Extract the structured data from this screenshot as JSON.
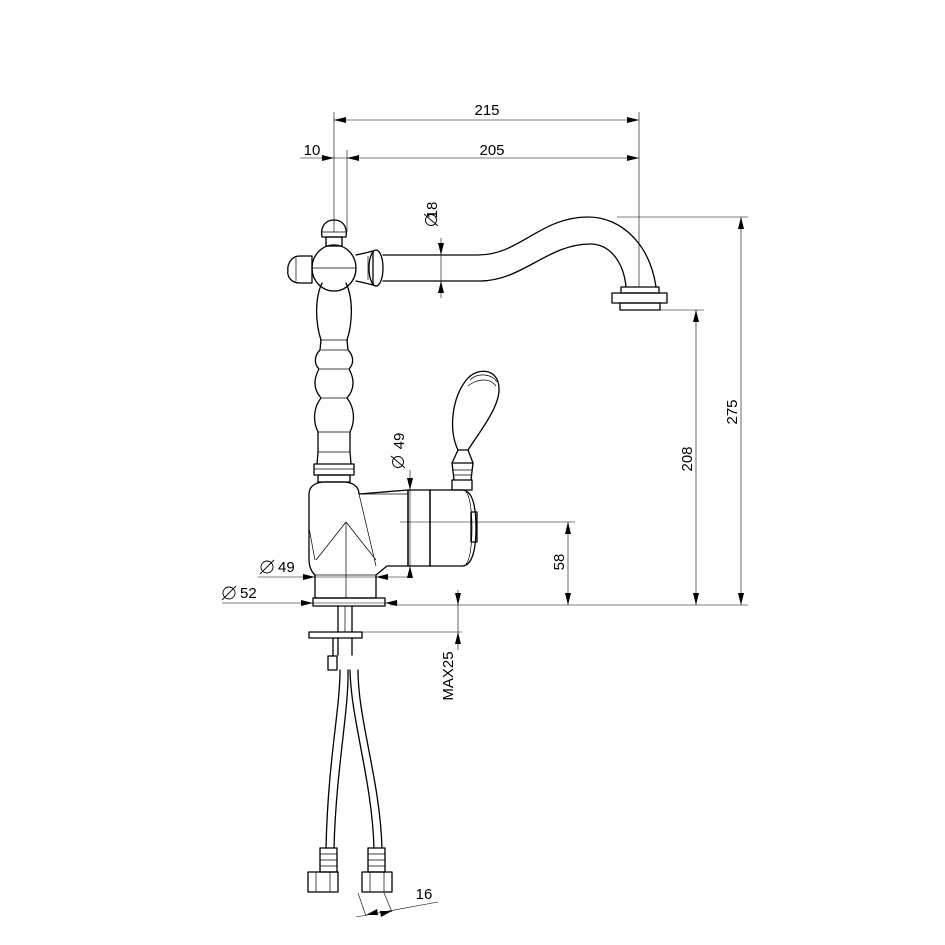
{
  "dimensions": {
    "width_overall": "215",
    "offset_left": "10",
    "reach": "205",
    "spout_dia": "18",
    "lever_dia": "49",
    "body_dia": "49",
    "base_dia": "52",
    "height_overall": "275",
    "height_spout": "208",
    "lever_height": "58",
    "max_thickness": "MAX25",
    "hose_dia": "16"
  }
}
